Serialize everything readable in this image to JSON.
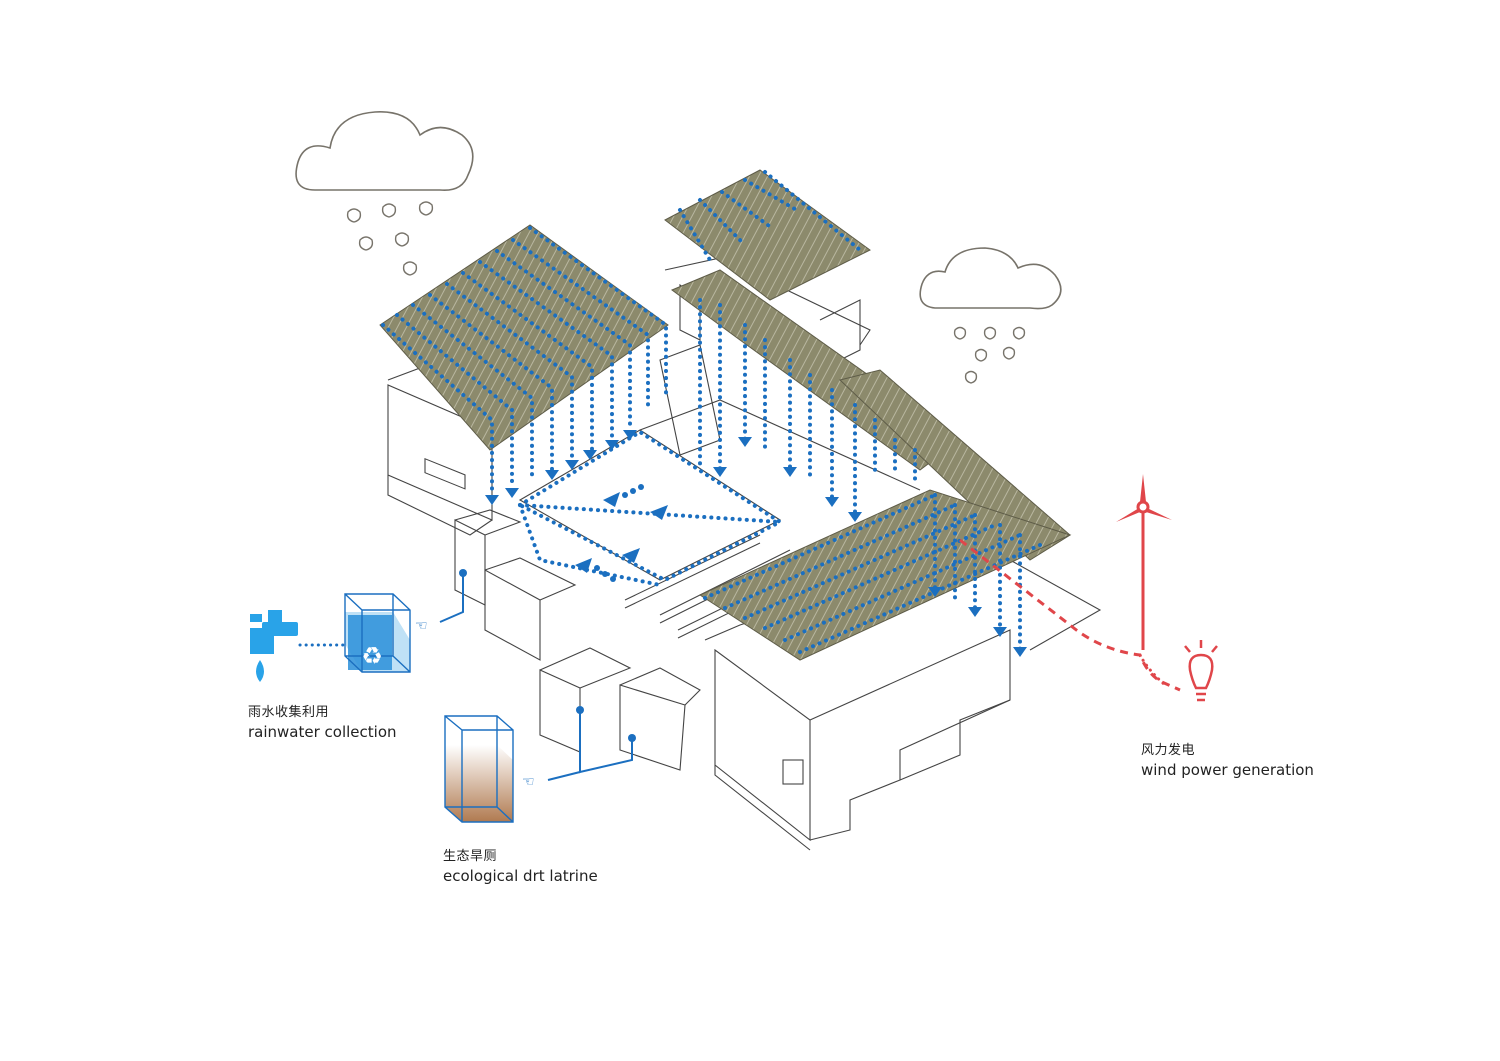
{
  "labels": {
    "rainwater": {
      "cn": "雨水收集利用",
      "en": "rainwater collection"
    },
    "latrine": {
      "cn": "生态旱厕",
      "en": "ecological drt latrine"
    },
    "wind": {
      "cn": "风力发电",
      "en": "wind power generation"
    }
  },
  "colors": {
    "water_blue": "#1b6fc0",
    "tap_blue": "#29a3e8",
    "roof_fill": "#8c8a6c",
    "wind_red": "#e0464a",
    "cloud_line": "#77736a",
    "building_line": "#444444",
    "latrine_brown": "#b07a50"
  },
  "icons": [
    "cloud-icon",
    "raindrop-icon",
    "water-tap-icon",
    "recycle-tank-icon",
    "latrine-tank-icon",
    "wind-turbine-icon",
    "light-bulb-icon",
    "flow-arrow-icon",
    "pointing-hand-icon"
  ]
}
